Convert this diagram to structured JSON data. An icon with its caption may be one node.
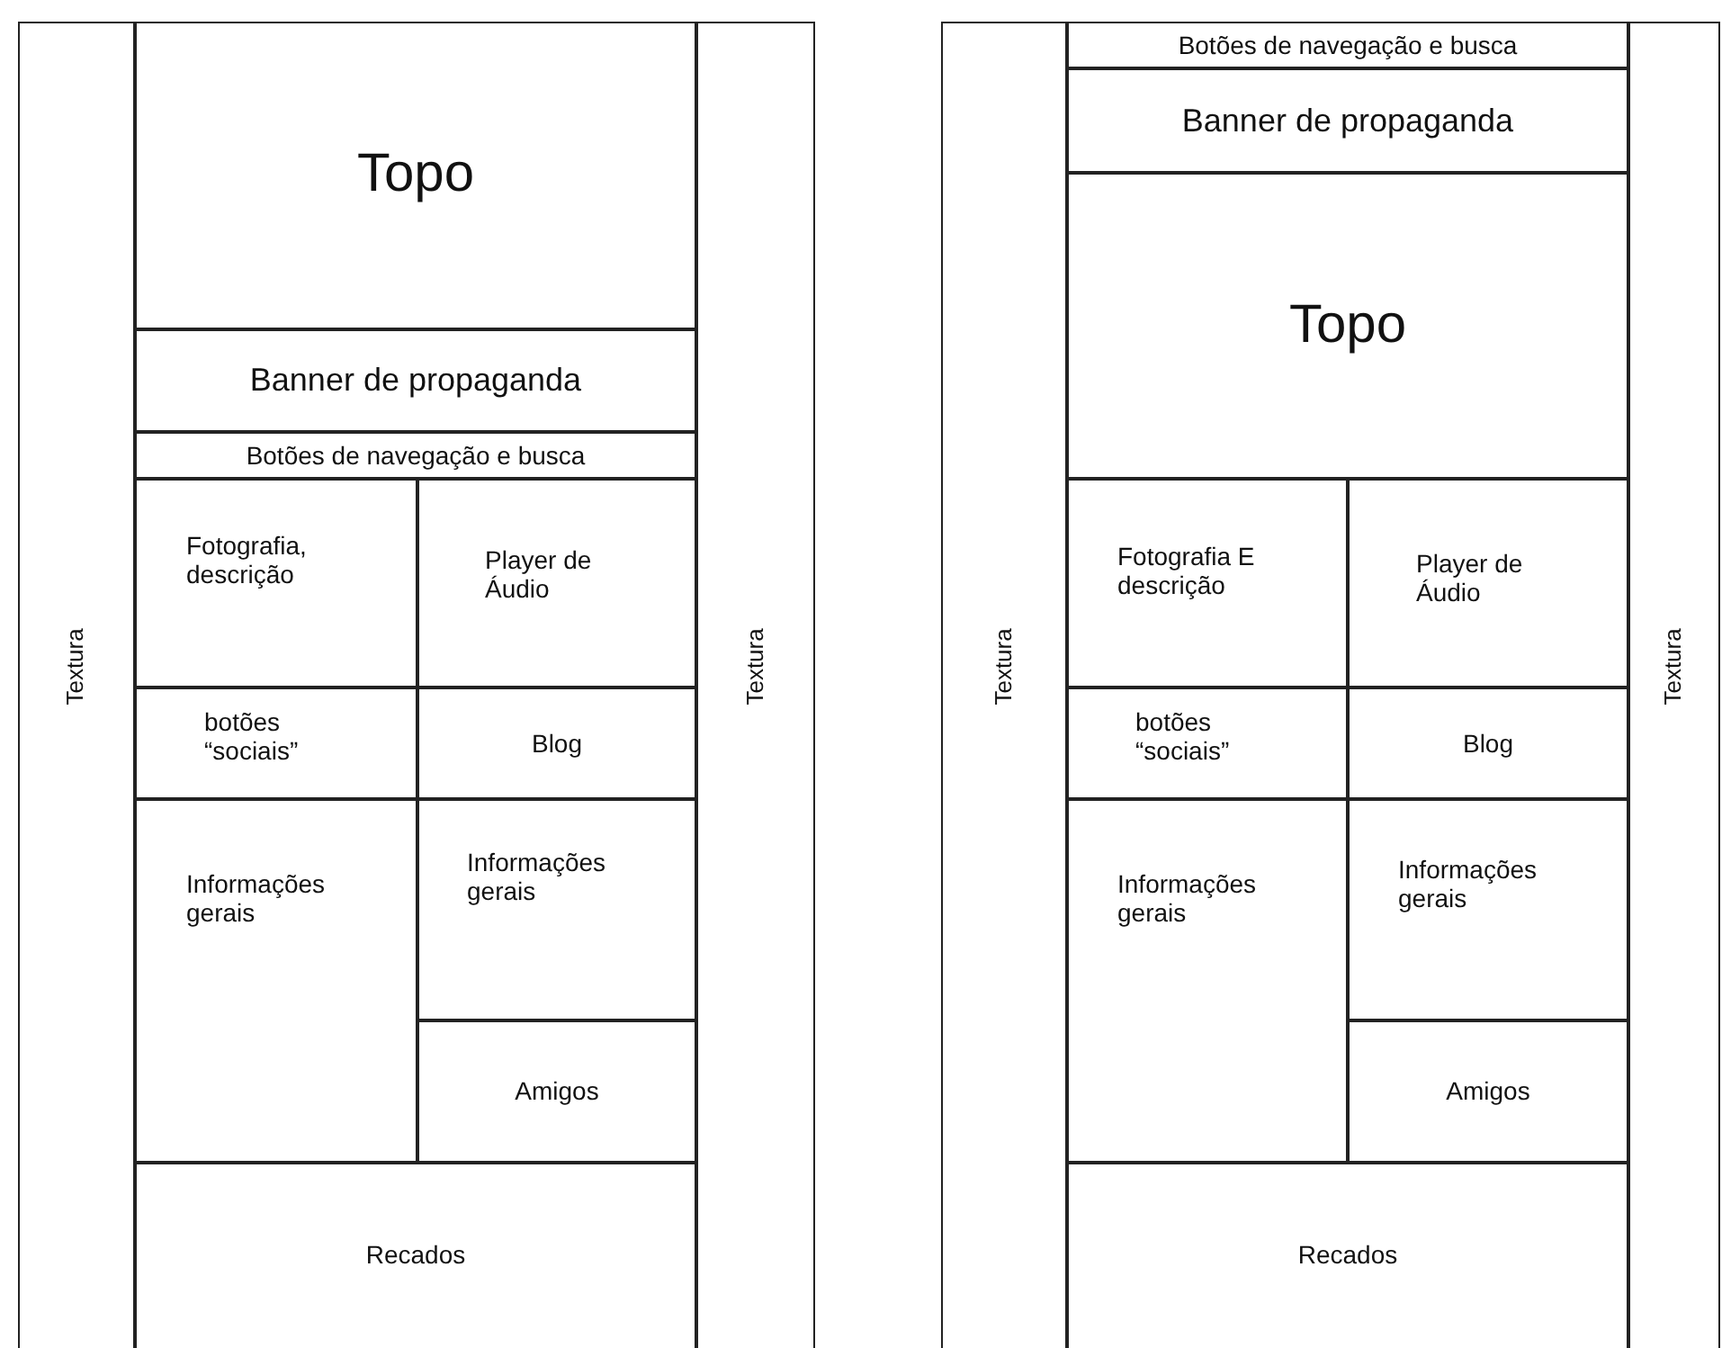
{
  "diagram": {
    "nodes": [
      {
        "text": [
          "Textura"
        ]
      },
      {
        "text": [
          "Topo"
        ]
      },
      {
        "text": [
          "Banner de propaganda"
        ]
      },
      {
        "text": [
          "Botões de navegação e busca"
        ]
      },
      {
        "text": [
          "Fotografia, descrição"
        ]
      },
      {
        "text": [
          "Player de Áudio"
        ]
      },
      {
        "text": [
          "botões “sociais”"
        ]
      },
      {
        "text": [
          "Blog"
        ]
      },
      {
        "text": [
          "Informações gerais"
        ]
      },
      {
        "text": [
          "Informações gerais"
        ]
      },
      {
        "text": [
          "Amigos"
        ]
      },
      {
        "text": [
          "Recados"
        ]
      },
      {
        "text": [
          "Textura"
        ]
      },
      {
        "text": [
          "Textura"
        ]
      },
      {
        "text": [
          "Botões de navegação e busca"
        ]
      },
      {
        "text": [
          "Banner de propaganda"
        ]
      },
      {
        "text": [
          "Topo"
        ]
      },
      {
        "text": [
          "Fotografia E descrição"
        ]
      },
      {
        "text": [
          "Player de Áudio"
        ]
      },
      {
        "text": [
          "botões “sociais”"
        ]
      },
      {
        "text": [
          "Blog"
        ]
      },
      {
        "text": [
          "Informações gerais"
        ]
      },
      {
        "text": [
          "Informações gerais"
        ]
      },
      {
        "text": [
          "Amigos"
        ]
      },
      {
        "text": [
          "Recados"
        ]
      },
      {
        "text": [
          "Textura"
        ]
      }
    ]
  }
}
